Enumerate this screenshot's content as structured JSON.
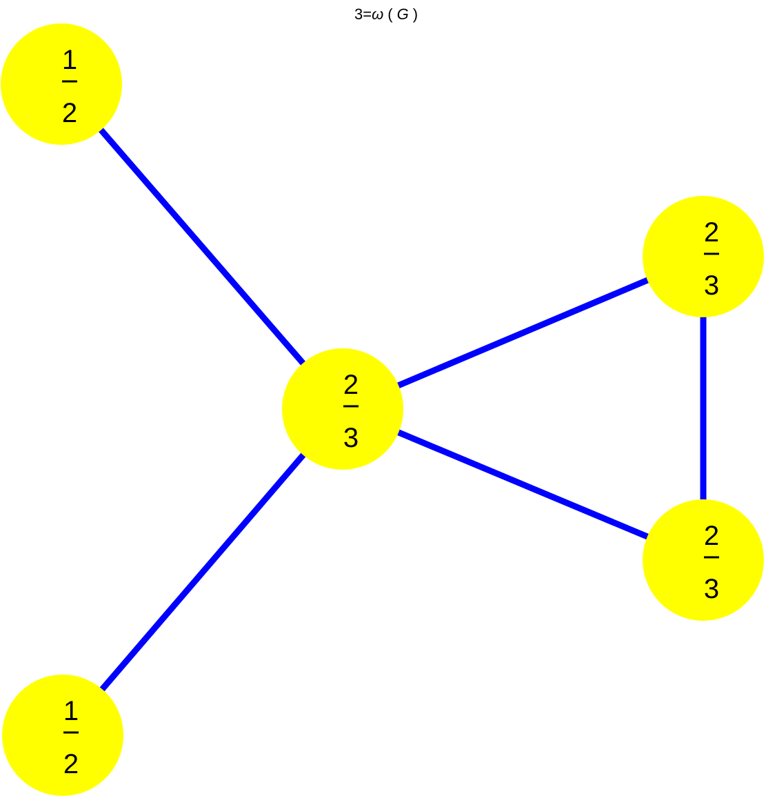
{
  "title": {
    "lhs": "3",
    "eq": "=",
    "omega": "ω",
    "open_paren": "(",
    "graph_symbol": "G",
    "close_paren": ")"
  },
  "colors": {
    "node_fill": "#ffff00",
    "edge_stroke": "#0000ff",
    "text": "#000000"
  },
  "nodes": [
    {
      "id": "top-left",
      "numerator": "1",
      "denominator": "2"
    },
    {
      "id": "center",
      "numerator": "2",
      "denominator": "3"
    },
    {
      "id": "right-upper",
      "numerator": "2",
      "denominator": "3"
    },
    {
      "id": "right-lower",
      "numerator": "2",
      "denominator": "3"
    },
    {
      "id": "bottom-left",
      "numerator": "1",
      "denominator": "2"
    }
  ],
  "edges": [
    {
      "from": "top-left",
      "to": "center"
    },
    {
      "from": "bottom-left",
      "to": "center"
    },
    {
      "from": "center",
      "to": "right-upper"
    },
    {
      "from": "center",
      "to": "right-lower"
    },
    {
      "from": "right-upper",
      "to": "right-lower"
    }
  ]
}
